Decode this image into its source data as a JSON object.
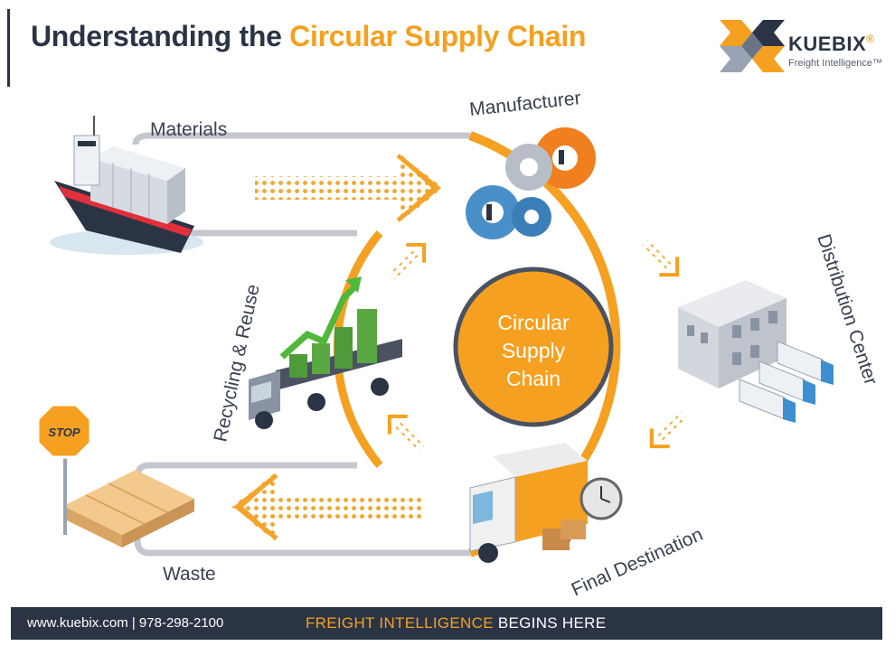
{
  "header": {
    "title_prefix": "Understanding the ",
    "title_accent": "Circular Supply Chain"
  },
  "logo": {
    "name": "KUEBIX",
    "registered": "®",
    "tagline": "Freight Intelligence™"
  },
  "diagram": {
    "center": [
      "Circular",
      "Supply",
      "Chain"
    ],
    "stages": {
      "materials": "Materials",
      "manufacturer": "Manufacturer",
      "distribution": "Distribution Center",
      "final": "Final Destination",
      "recycling": "Recycling & Reuse",
      "waste": "Waste"
    },
    "stop_sign": "STOP"
  },
  "footer": {
    "contact": "www.kuebix.com | 978-298-2100",
    "tagline_accent": "FREIGHT INTELLIGENCE",
    "tagline_rest": " BEGINS HERE"
  },
  "colors": {
    "accent": "#f5a020",
    "navy": "#2b3445",
    "center_ring": "#4a5160"
  },
  "icons": [
    "cargo-ship-icon",
    "gears-icon",
    "warehouse-icon",
    "delivery-truck-icon",
    "flatbed-truck-icon",
    "pallet-icon",
    "stop-sign-icon"
  ]
}
